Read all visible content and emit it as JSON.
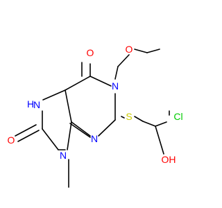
{
  "colors": {
    "bond": "#000000",
    "oxygen": "#ff0000",
    "nitrogen": "#0000ff",
    "chlorine": "#00cc00",
    "background": "#ffffff"
  },
  "atoms": {
    "O_top": "O",
    "O_ether": "O",
    "N7": "N",
    "NH": "H",
    "N1": "N",
    "N8": "N",
    "S": "S",
    "Cl": "Cl",
    "O_left": "O",
    "N3": "N",
    "OH": "OH"
  }
}
